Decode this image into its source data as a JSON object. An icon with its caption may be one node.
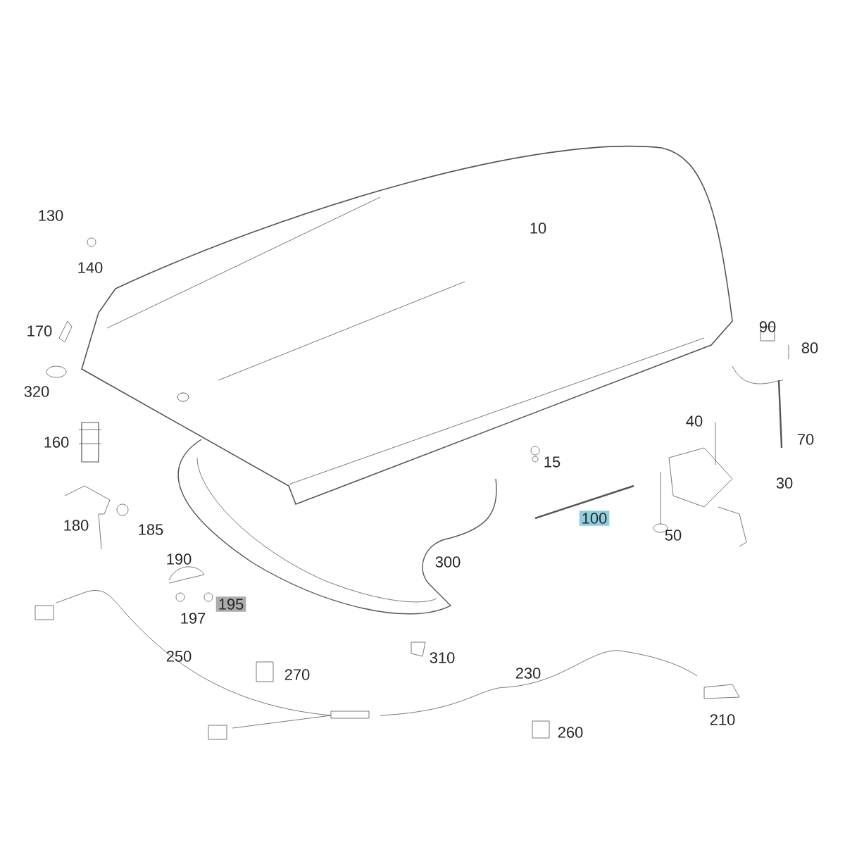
{
  "diagram": {
    "labels": [
      "130",
      "10",
      "140",
      "170",
      "90",
      "80",
      "320",
      "40",
      "70",
      "160",
      "15",
      "30",
      "100",
      "50",
      "180",
      "185",
      "300",
      "190",
      "195",
      "197",
      "250",
      "270",
      "310",
      "230",
      "260",
      "210"
    ]
  }
}
